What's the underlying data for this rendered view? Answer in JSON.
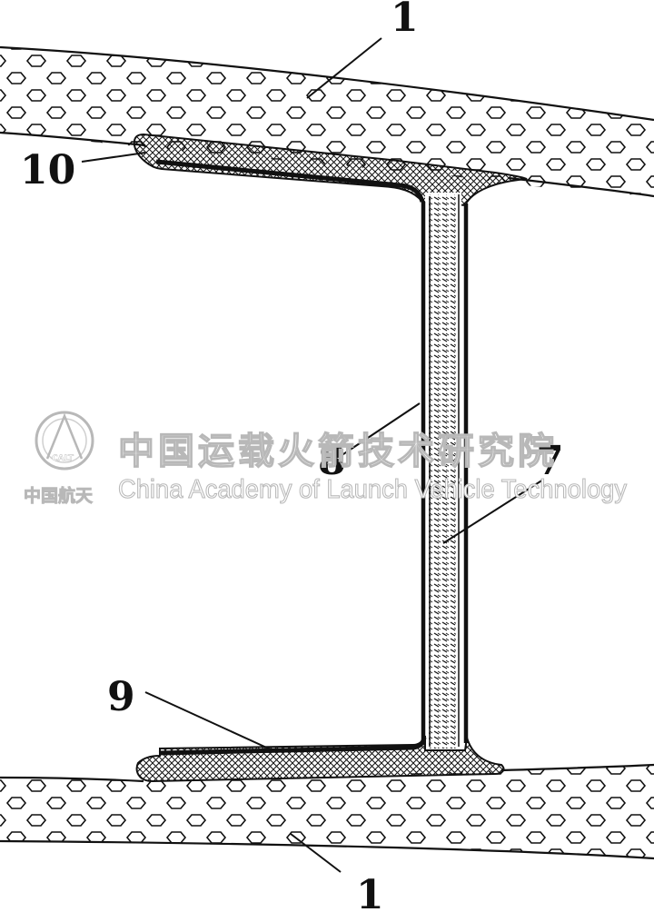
{
  "labels": {
    "top_skin": "1",
    "bottom_skin": "1",
    "upper_flange": "10",
    "lower_flange": "9",
    "web_inner": "8",
    "web_outer": "7"
  },
  "watermark": {
    "org_cn": "中国运载火箭技术研究院",
    "org_en": "China Academy of Launch Vehicle Technology",
    "logo_text": "CALT",
    "brand_cn": "中国航天"
  },
  "colors": {
    "line": "#111111",
    "watermark_outline": "#b8b8b8"
  }
}
